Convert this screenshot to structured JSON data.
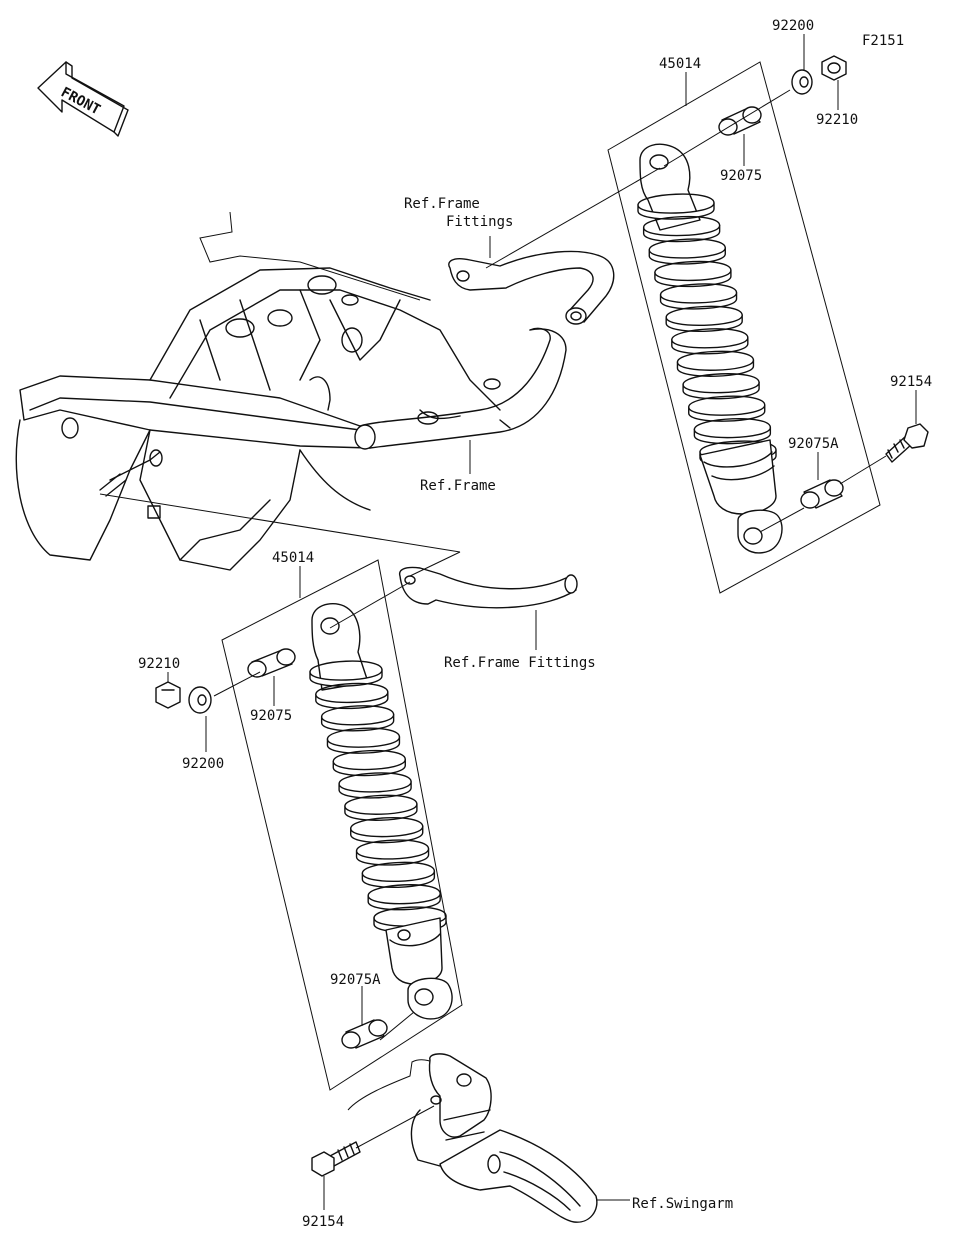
{
  "diagram": {
    "code": "F2151",
    "front_label": "FRONT",
    "labels": {
      "upper_shock": "45014",
      "upper_washer": "92200",
      "upper_nut": "92210",
      "upper_collar": "92075",
      "upper_collar_a": "92075A",
      "upper_bolt": "92154",
      "upper_ref_fittings_1": "Ref.Frame",
      "upper_ref_fittings_2": "Fittings",
      "ref_frame": "Ref.Frame",
      "lower_shock": "45014",
      "lower_nut": "92210",
      "lower_washer": "92200",
      "lower_collar": "92075",
      "lower_ref_fittings": "Ref.Frame Fittings",
      "lower_collar_a": "92075A",
      "lower_bolt": "92154",
      "ref_swingarm": "Ref.Swingarm"
    }
  }
}
